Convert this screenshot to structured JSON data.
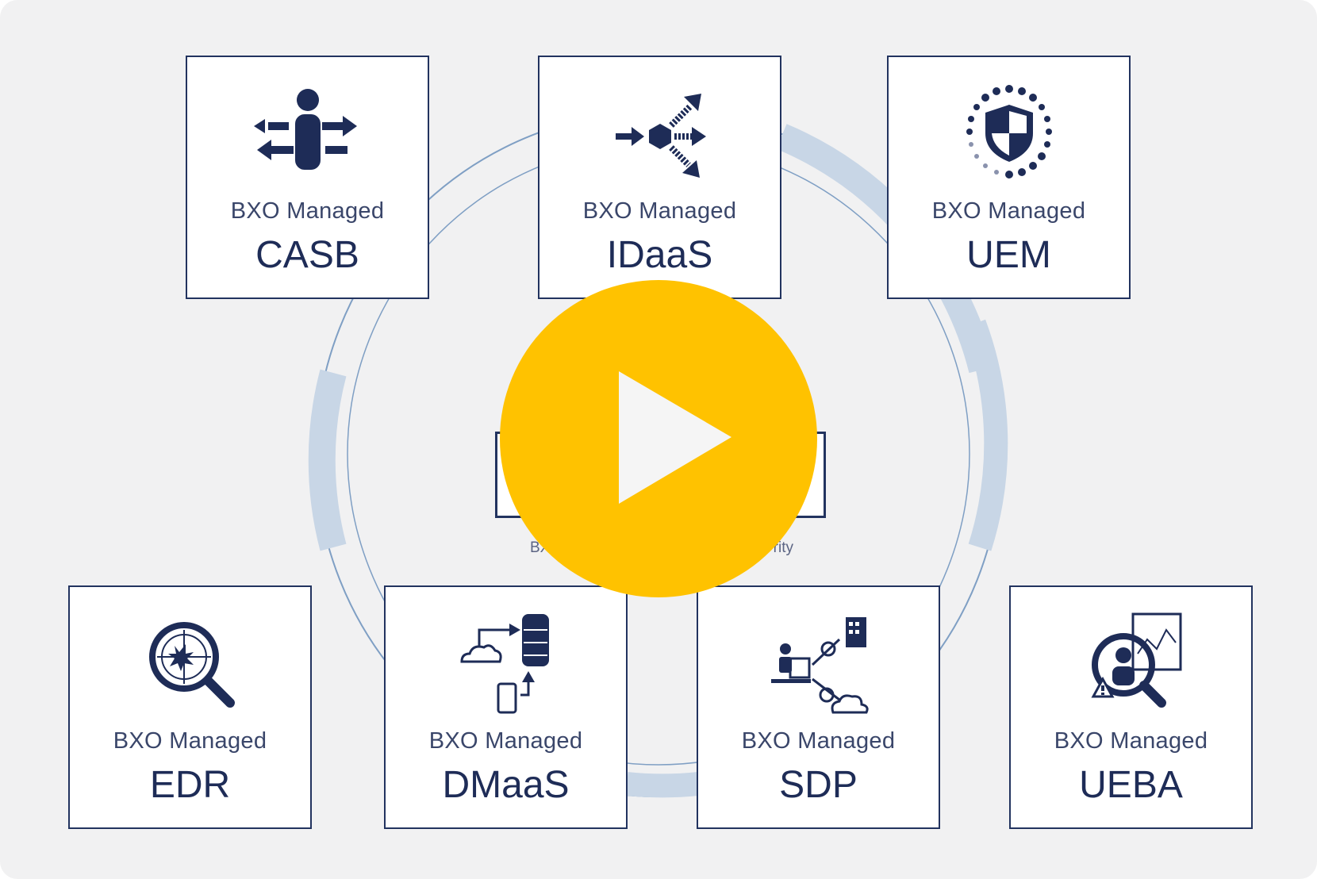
{
  "cards": [
    {
      "id": "casb",
      "subtitle": "BXO Managed",
      "name": "CASB",
      "icon": "person-arrows-icon"
    },
    {
      "id": "idaas",
      "subtitle": "BXO Managed",
      "name": "IDaaS",
      "icon": "hexagon-arrows-icon"
    },
    {
      "id": "uem",
      "subtitle": "BXO Managed",
      "name": "UEM",
      "icon": "shield-dots-icon"
    },
    {
      "id": "edr",
      "subtitle": "BXO Managed",
      "name": "EDR",
      "icon": "magnifier-target-icon"
    },
    {
      "id": "dmaas",
      "subtitle": "BXO Managed",
      "name": "DMaaS",
      "icon": "cloud-database-phone-icon"
    },
    {
      "id": "sdp",
      "subtitle": "BXO Managed",
      "name": "SDP",
      "icon": "user-building-cloud-icon"
    },
    {
      "id": "ueba",
      "subtitle": "BXO Managed",
      "name": "UEBA",
      "icon": "user-analytics-icon"
    }
  ],
  "center": {
    "caption_left": "BX",
    "caption_right": "rity"
  },
  "play_button": {
    "icon": "play-icon"
  },
  "colors": {
    "navy": "#1e2c57",
    "ring": "#c8d6e6",
    "ring_edge": "#7f9fc4",
    "play": "#ffc200",
    "background": "#f1f1f2"
  }
}
